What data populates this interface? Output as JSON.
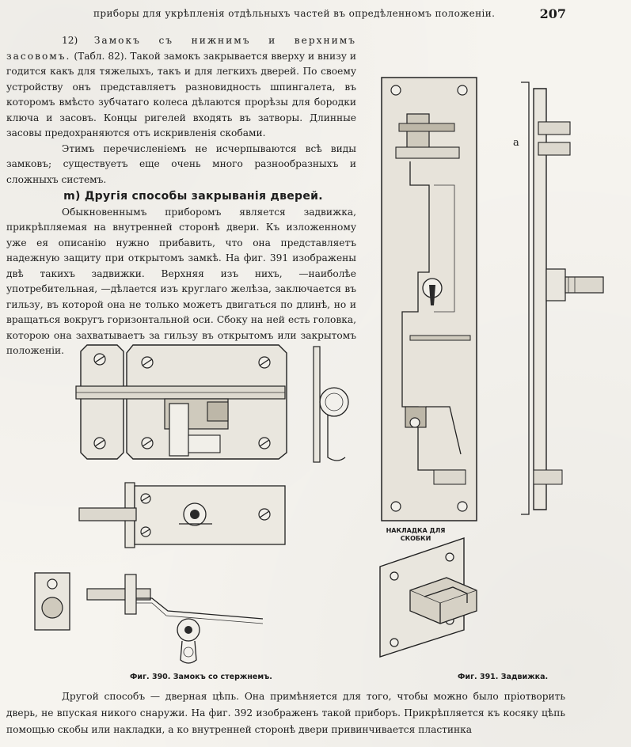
{
  "header": {
    "running_title": "приборы для укрѣпленія отдѣльныхъ частей въ опредѣленномъ положеніи.",
    "page_number": "207"
  },
  "paragraphs": {
    "p1_number": "12)",
    "p1_lead": "Замокъ съ нижнимъ и верхнимъ засовомъ.",
    "p1_body": "(Табл. 82). Такой замокъ закрывается вверху и внизу и годится какъ для тяжелыхъ, такъ и для легкихъ дверей. По своему устройству онъ представляетъ разновидность шпингалета, въ которомъ вмѣсто зубчатаго колеса дѣлаются прорѣзы для бородки ключа и засовъ. Концы ригелей входять въ затворы. Длинные засовы предохраняются отъ искривленія скобами.",
    "p2": "Этимъ перечисленіемъ не исчерпываются всѣ виды замковъ; существуетъ еще очень много разнообразныхъ и сложныхъ системъ.",
    "section_title": "m) Другія способы закрыванія дверей.",
    "p3": "Обыкновеннымъ приборомъ является задвижка, прикрѣпляемая на внутренней сторонѣ двери. Къ изложенному уже ея описанію нужно прибавить, что она представляетъ надежную защиту при открытомъ замкѣ. На фиг. 391 изображены двѣ такихъ задвижки. Верхняя изъ нихъ, —наиболѣе употребительная, —дѣлается изъ круглаго желѣза, заключается въ гильзу, въ которой она не только можетъ двигаться по длинѣ, но и вращаться вокругъ горизонтальной оси. Сбоку на ней есть головка, которою она захватываетъ за гильзу въ открытомъ или закрытомъ положеніи.",
    "bottom": "Другой способъ — дверная цѣпь. Она примѣняется для того, чтобы можно было пріотворить дверь, не впуская никого снаружи. На фиг. 392 изображенъ такой приборъ. Прикрѣпляется къ косяку цѣпь помощью скобы или накладки, а ко внутренней сторонѣ двери привинчивается пластинка"
  },
  "figures": {
    "fig390_caption": "Фиг. 390. Замокъ со стержнемъ.",
    "fig391_caption": "Фиг. 391. Задвижка.",
    "overlay_label": "НАКЛАДКА ДЛЯ СКОБКИ",
    "letter_a": "а"
  }
}
